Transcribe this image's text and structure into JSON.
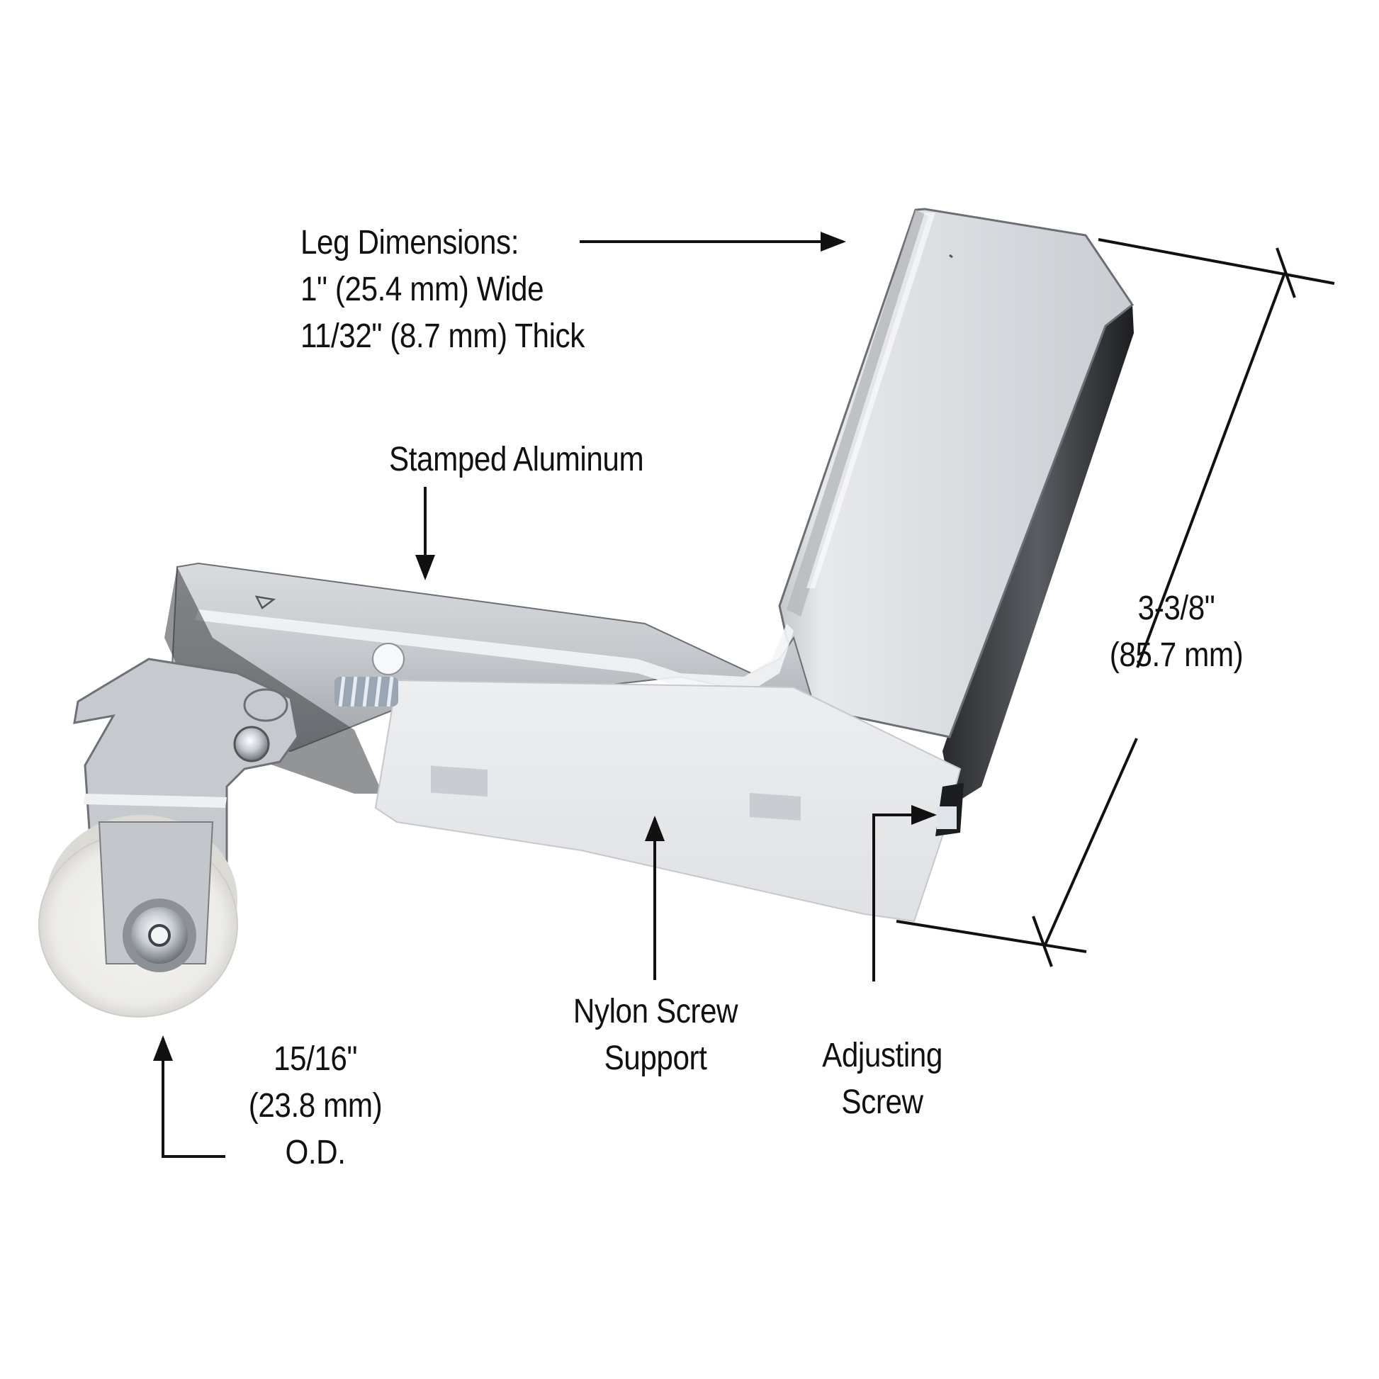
{
  "diagram": {
    "subject": "stamped aluminum sliding screen door roller assembly",
    "colors": {
      "background": "#ffffff",
      "annotation_ink": "#111111",
      "aluminum_light": "#dcdfe3",
      "aluminum_mid": "#b9bdc2",
      "aluminum_dark": "#4a4d52",
      "nylon": "#e9eaec",
      "wheel": "#eeeeec",
      "steel_fastener": "#c8cdd4"
    },
    "callouts": {
      "leg_dimensions": {
        "lines": [
          "Leg Dimensions:",
          "1\" (25.4 mm) Wide",
          "11/32\" (8.7 mm) Thick"
        ],
        "arrow_direction": "right"
      },
      "stamped_aluminum": {
        "lines": [
          "Stamped Aluminum"
        ],
        "arrow_direction": "down"
      },
      "overall_height": {
        "lines": [
          "3-3/8\"",
          "(85.7 mm)"
        ],
        "type": "dimension-line"
      },
      "nylon_screw_support": {
        "lines": [
          "Nylon Screw",
          "Support"
        ],
        "arrow_direction": "up"
      },
      "adjusting_screw": {
        "lines": [
          "Adjusting",
          "Screw"
        ],
        "arrow_direction": "up-then-right"
      },
      "wheel_diameter": {
        "lines": [
          "15/16\"",
          "(23.8 mm)",
          "O.D."
        ],
        "arrow_direction": "up"
      }
    }
  }
}
